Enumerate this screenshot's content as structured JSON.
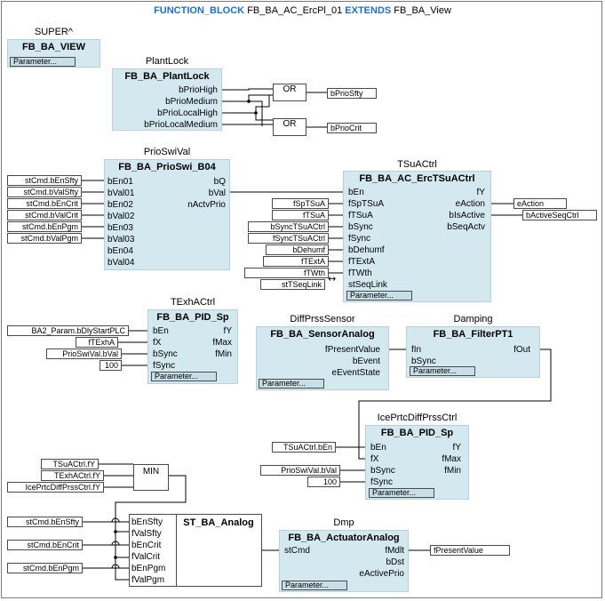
{
  "header": {
    "kw_function_block": "FUNCTION_BLOCK",
    "name": "FB_BA_AC_ErcPl_01",
    "kw_extends": "EXTENDS",
    "base": "FB_BA_View"
  },
  "param_label": "Parameter...",
  "super": {
    "instance": "SUPER^",
    "type": "FB_BA_VIEW"
  },
  "plantlock": {
    "instance": "PlantLock",
    "type": "FB_BA_PlantLock",
    "outputs": [
      "bPrioHigh",
      "bPrioMedium",
      "bPrioLocalHigh",
      "bPrioLocalMedium"
    ],
    "gate1": "OR",
    "gate2": "OR",
    "out1": "bPrioSfty",
    "out2": "bPrioCrit"
  },
  "prioswi": {
    "instance": "PrioSwiVal",
    "type": "FB_BA_PrioSwi_B04",
    "inputs": [
      "bEn01",
      "bVal01",
      "bEn02",
      "bVal02",
      "bEn03",
      "bVal03",
      "bEn04",
      "bVal04"
    ],
    "outputs": [
      "bQ",
      "bVal",
      "nActvPrio"
    ],
    "vars": [
      "stCmd.bEnSfty",
      "stCmd.bValSfty",
      "stCmd.bEnCrit",
      "stCmd.bValCrit",
      "stCmd.bEnPgm",
      "stCmd.bValPgm"
    ]
  },
  "tsua": {
    "instance": "TSuACtrl",
    "type": "FB_BA_AC_ErcTSuACtrl",
    "inputs": [
      "bEn",
      "fSpTSuA",
      "fTSuA",
      "bSync",
      "fSync",
      "bDehumf",
      "fTExtA",
      "fTWth",
      "stSeqLink"
    ],
    "outputs": [
      "fY",
      "eAction",
      "bIsActive",
      "bSeqActv"
    ],
    "vars": [
      "fSpTSuA",
      "fTSuA",
      "bSyncTSuACtrl",
      "fSyncTSuACtrl",
      "bDehumf",
      "fTExtA",
      "fTWth",
      "stTSeqLink"
    ],
    "out_vars": [
      "eAction",
      "bActiveSeqCtrl"
    ],
    "bidir": "↔"
  },
  "texha": {
    "instance": "TExhACtrl",
    "type": "FB_BA_PID_Sp",
    "inputs": [
      "bEn",
      "fX",
      "bSync",
      "fSync"
    ],
    "outputs": [
      "fY",
      "fMax",
      "fMin"
    ],
    "vars": [
      "BA2_Param.bDlyStartPLC",
      "fTExhA",
      "PrioSwiVal.bVal",
      "100"
    ]
  },
  "diffprss": {
    "instance": "DiffPrssSensor",
    "type": "FB_BA_SensorAnalog",
    "outputs": [
      "fPresentValue",
      "bEvent",
      "eEventState"
    ]
  },
  "damping": {
    "instance": "Damping",
    "type": "FB_BA_FilterPT1",
    "inputs": [
      "fIn",
      "bSync"
    ],
    "outputs": [
      "fOut"
    ]
  },
  "iceprtc": {
    "instance": "IcePrtcDiffPrssCtrl",
    "type": "FB_BA_PID_Sp",
    "inputs": [
      "bEn",
      "fX",
      "bSync",
      "fSync"
    ],
    "outputs": [
      "fY",
      "fMax",
      "fMin"
    ],
    "vars": [
      "TSuACtrl.bEn",
      "PrioSwiVal.bVal",
      "100"
    ]
  },
  "min": {
    "gate": "MIN",
    "vars": [
      "TSuACtrl.fY",
      "TExhACtrl.fY",
      "IcePrtcDiffPrssCtrl.fY"
    ]
  },
  "stanalog": {
    "type": "ST_BA_Analog",
    "inputs": [
      "bEnSfty",
      "fValSfty",
      "bEnCrit",
      "fValCrit",
      "bEnPgm",
      "fValPgm"
    ],
    "vars": [
      "stCmd.bEnSfty",
      "stCmd.bEnCrit",
      "stCmd.bEnPgm"
    ]
  },
  "dmp": {
    "instance": "Dmp",
    "type": "FB_BA_ActuatorAnalog",
    "inputs": [
      "stCmd"
    ],
    "outputs": [
      "fMdlt",
      "bDst",
      "eActivePrio"
    ],
    "out_var": "fPresentValue"
  }
}
